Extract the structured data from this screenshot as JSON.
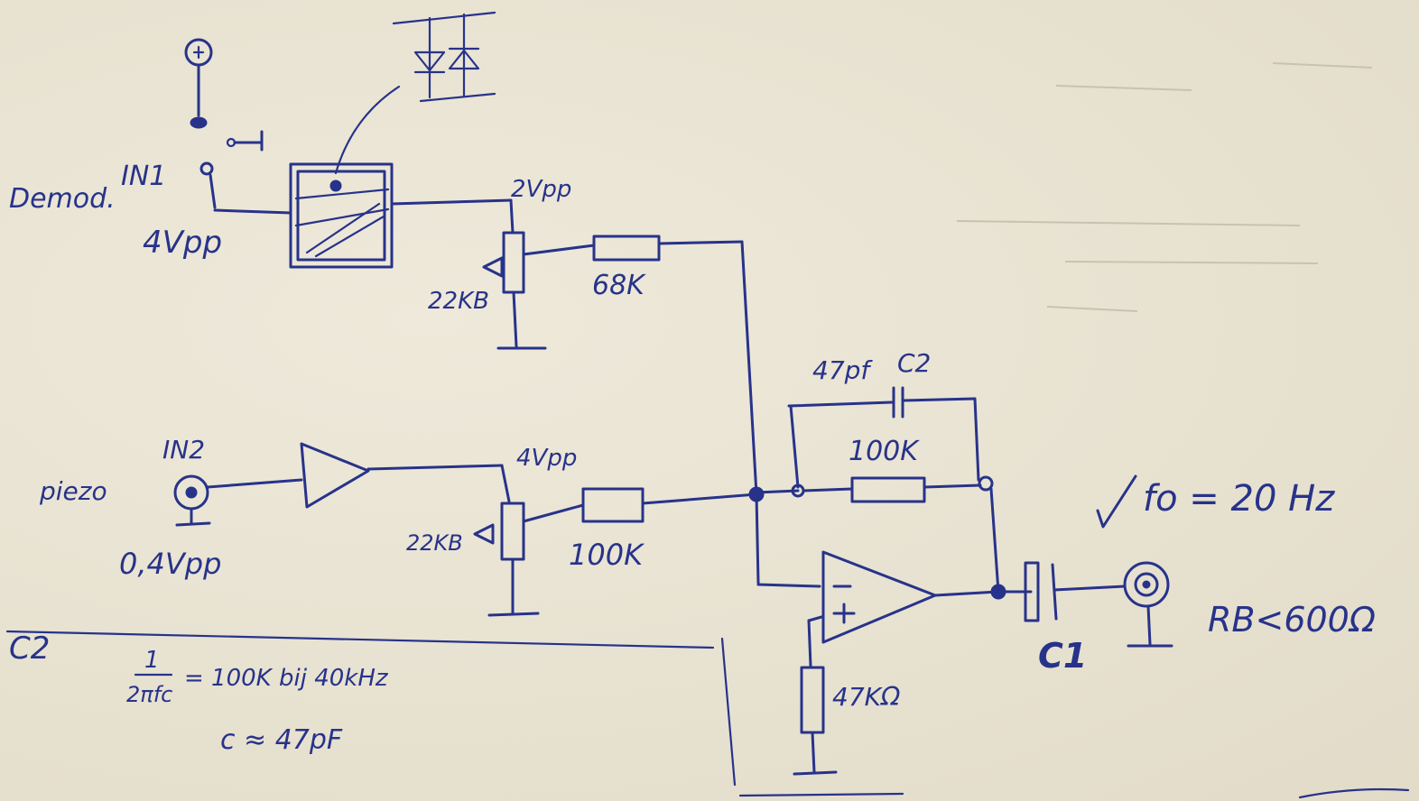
{
  "inputs": {
    "in1": {
      "label": "IN1",
      "source": "Demod.",
      "level": "4Vpp",
      "switch_mark": "o-|"
    },
    "in2": {
      "label": "IN2",
      "source": "piezo",
      "level": "0,4Vpp"
    }
  },
  "branch1": {
    "node_level": "2Vpp",
    "pot": "22KB",
    "resistor": "68K"
  },
  "branch2": {
    "node_level": "4Vpp",
    "pot": "22KB",
    "resistor": "100K"
  },
  "feedback": {
    "capacitor_value": "47pf",
    "capacitor_name": "C2",
    "resistor": "100K"
  },
  "bias_resistor": "47KΩ",
  "output": {
    "capacitor_name": "C1",
    "cutoff": "fo = 20 Hz",
    "load": "RB<600Ω"
  },
  "note": {
    "title": "C2",
    "formula_num": "1",
    "formula_den": "2πfc",
    "formula_rhs": "= 100K bij 40kHz",
    "result": "c ≈ 47pF"
  }
}
